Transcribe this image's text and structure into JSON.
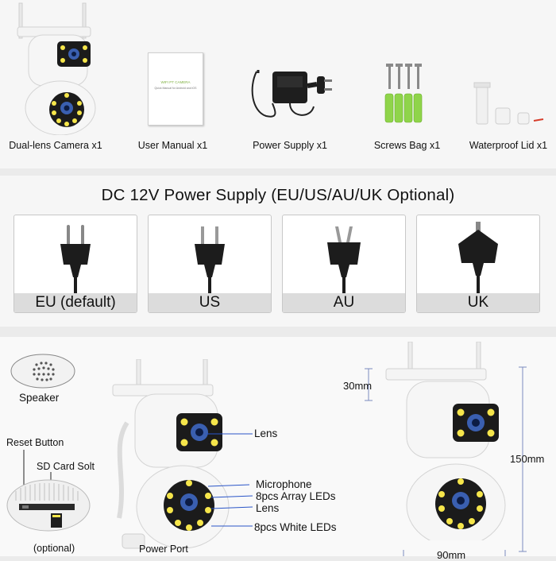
{
  "package": {
    "items": [
      {
        "label": "Dual-lens Camera x1",
        "icon": "dual-lens-camera"
      },
      {
        "label": "User Manual x1",
        "icon": "user-manual",
        "cover_text": "WIFI PT CAMERA",
        "cover_subtext": "Quick Manual for Android and iOS"
      },
      {
        "label": "Power Supply x1",
        "icon": "power-adapter"
      },
      {
        "label": "Screws Bag x1",
        "icon": "screws"
      },
      {
        "label": "Waterproof Lid x1",
        "icon": "waterproof-lid"
      }
    ]
  },
  "power": {
    "title": "DC 12V Power Supply (EU/US/AU/UK Optional)",
    "plugs": [
      {
        "label": "EU (default)",
        "icon": "eu-plug"
      },
      {
        "label": "US",
        "icon": "us-plug"
      },
      {
        "label": "AU",
        "icon": "au-plug"
      },
      {
        "label": "UK",
        "icon": "uk-plug"
      }
    ]
  },
  "features": {
    "speaker": "Speaker",
    "reset_button": "Reset Button",
    "sd_card_slot": "SD Card Solt",
    "optional": "(optional)",
    "power_port": "Power Port",
    "lens_top": "Lens",
    "microphone": "Microphone",
    "array_leds": "8pcs Array LEDs",
    "lens_bottom": "Lens",
    "white_leds": "8pcs White LEDs"
  },
  "dimensions": {
    "top_height": "30mm",
    "total_height": "150mm",
    "width": "90mm"
  },
  "colors": {
    "camera_body": "#f4f4f4",
    "camera_shadow": "#d6d6d6",
    "lens_panel": "#1b1b1b",
    "led_yellow": "#f6e64b",
    "lens_blue": "#3a5fb0",
    "screw_green": "#8fd44a",
    "callout_blue": "#2a55c8"
  }
}
